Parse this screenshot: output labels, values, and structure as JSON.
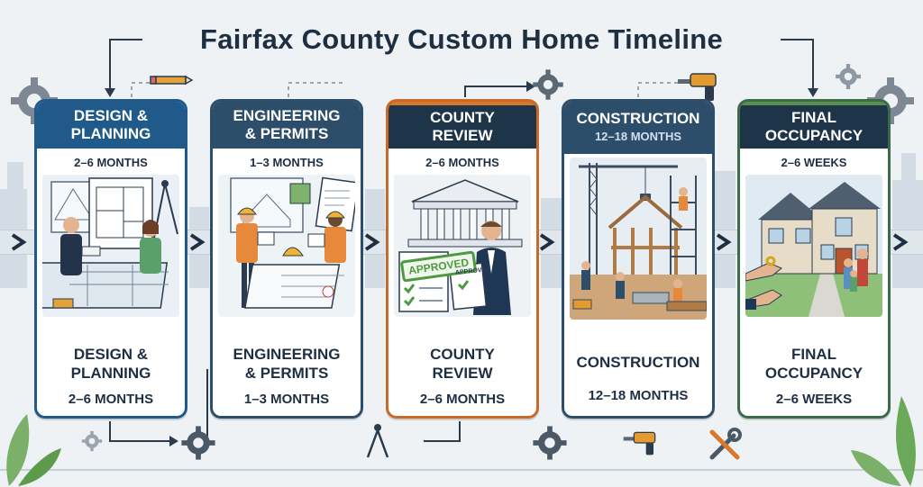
{
  "title": "Fairfax County Custom Home Timeline",
  "colors": {
    "card_border": "#34495e",
    "accent_blue": "#1f5a8a",
    "accent_orange": "#d9772b",
    "accent_green": "#5b8f4e",
    "approved_green": "#4c9a3f"
  },
  "stages": [
    {
      "header": "DESIGN & PLANNING",
      "header_line1": "DESIGN &",
      "header_line2": "PLANNING",
      "duration": "2–6 MONTHS",
      "footer_line1": "DESIGN &",
      "footer_line2": "PLANNING",
      "footer_duration": "2–6 MONTHS",
      "icon": "blueprint-drawing-icon"
    },
    {
      "header_line1": "ENGINEERING",
      "header_line2": "& PERMITS",
      "duration": "1–3 MONTHS",
      "footer_line1": "ENGINEERING",
      "footer_line2": "& PERMITS",
      "footer_duration": "1–3 MONTHS",
      "icon": "hard-hat-icon"
    },
    {
      "header_line1": "COUNTY",
      "header_line2": "REVIEW",
      "duration": "2–6 MONTHS",
      "stamp": "APPROVED",
      "doc_label": "APPROVED",
      "footer_line1": "COUNTY",
      "footer_line2": "REVIEW",
      "footer_duration": "2–6 MONTHS",
      "icon": "courthouse-icon"
    },
    {
      "header_line1": "CONSTRUCTION",
      "header_duration": "12–18 MONTHS",
      "footer_line1": "CONSTRUCTION",
      "footer_duration": "12–18 MONTHS",
      "icon": "crane-icon"
    },
    {
      "header_line1": "FINAL",
      "header_line2": "OCCUPANCY",
      "duration": "2–6 WEEKS",
      "footer_line1": "FINAL",
      "footer_line2": "OCCUPANCY",
      "footer_duration": "2–6 WEEKS",
      "icon": "house-keys-icon"
    }
  ]
}
